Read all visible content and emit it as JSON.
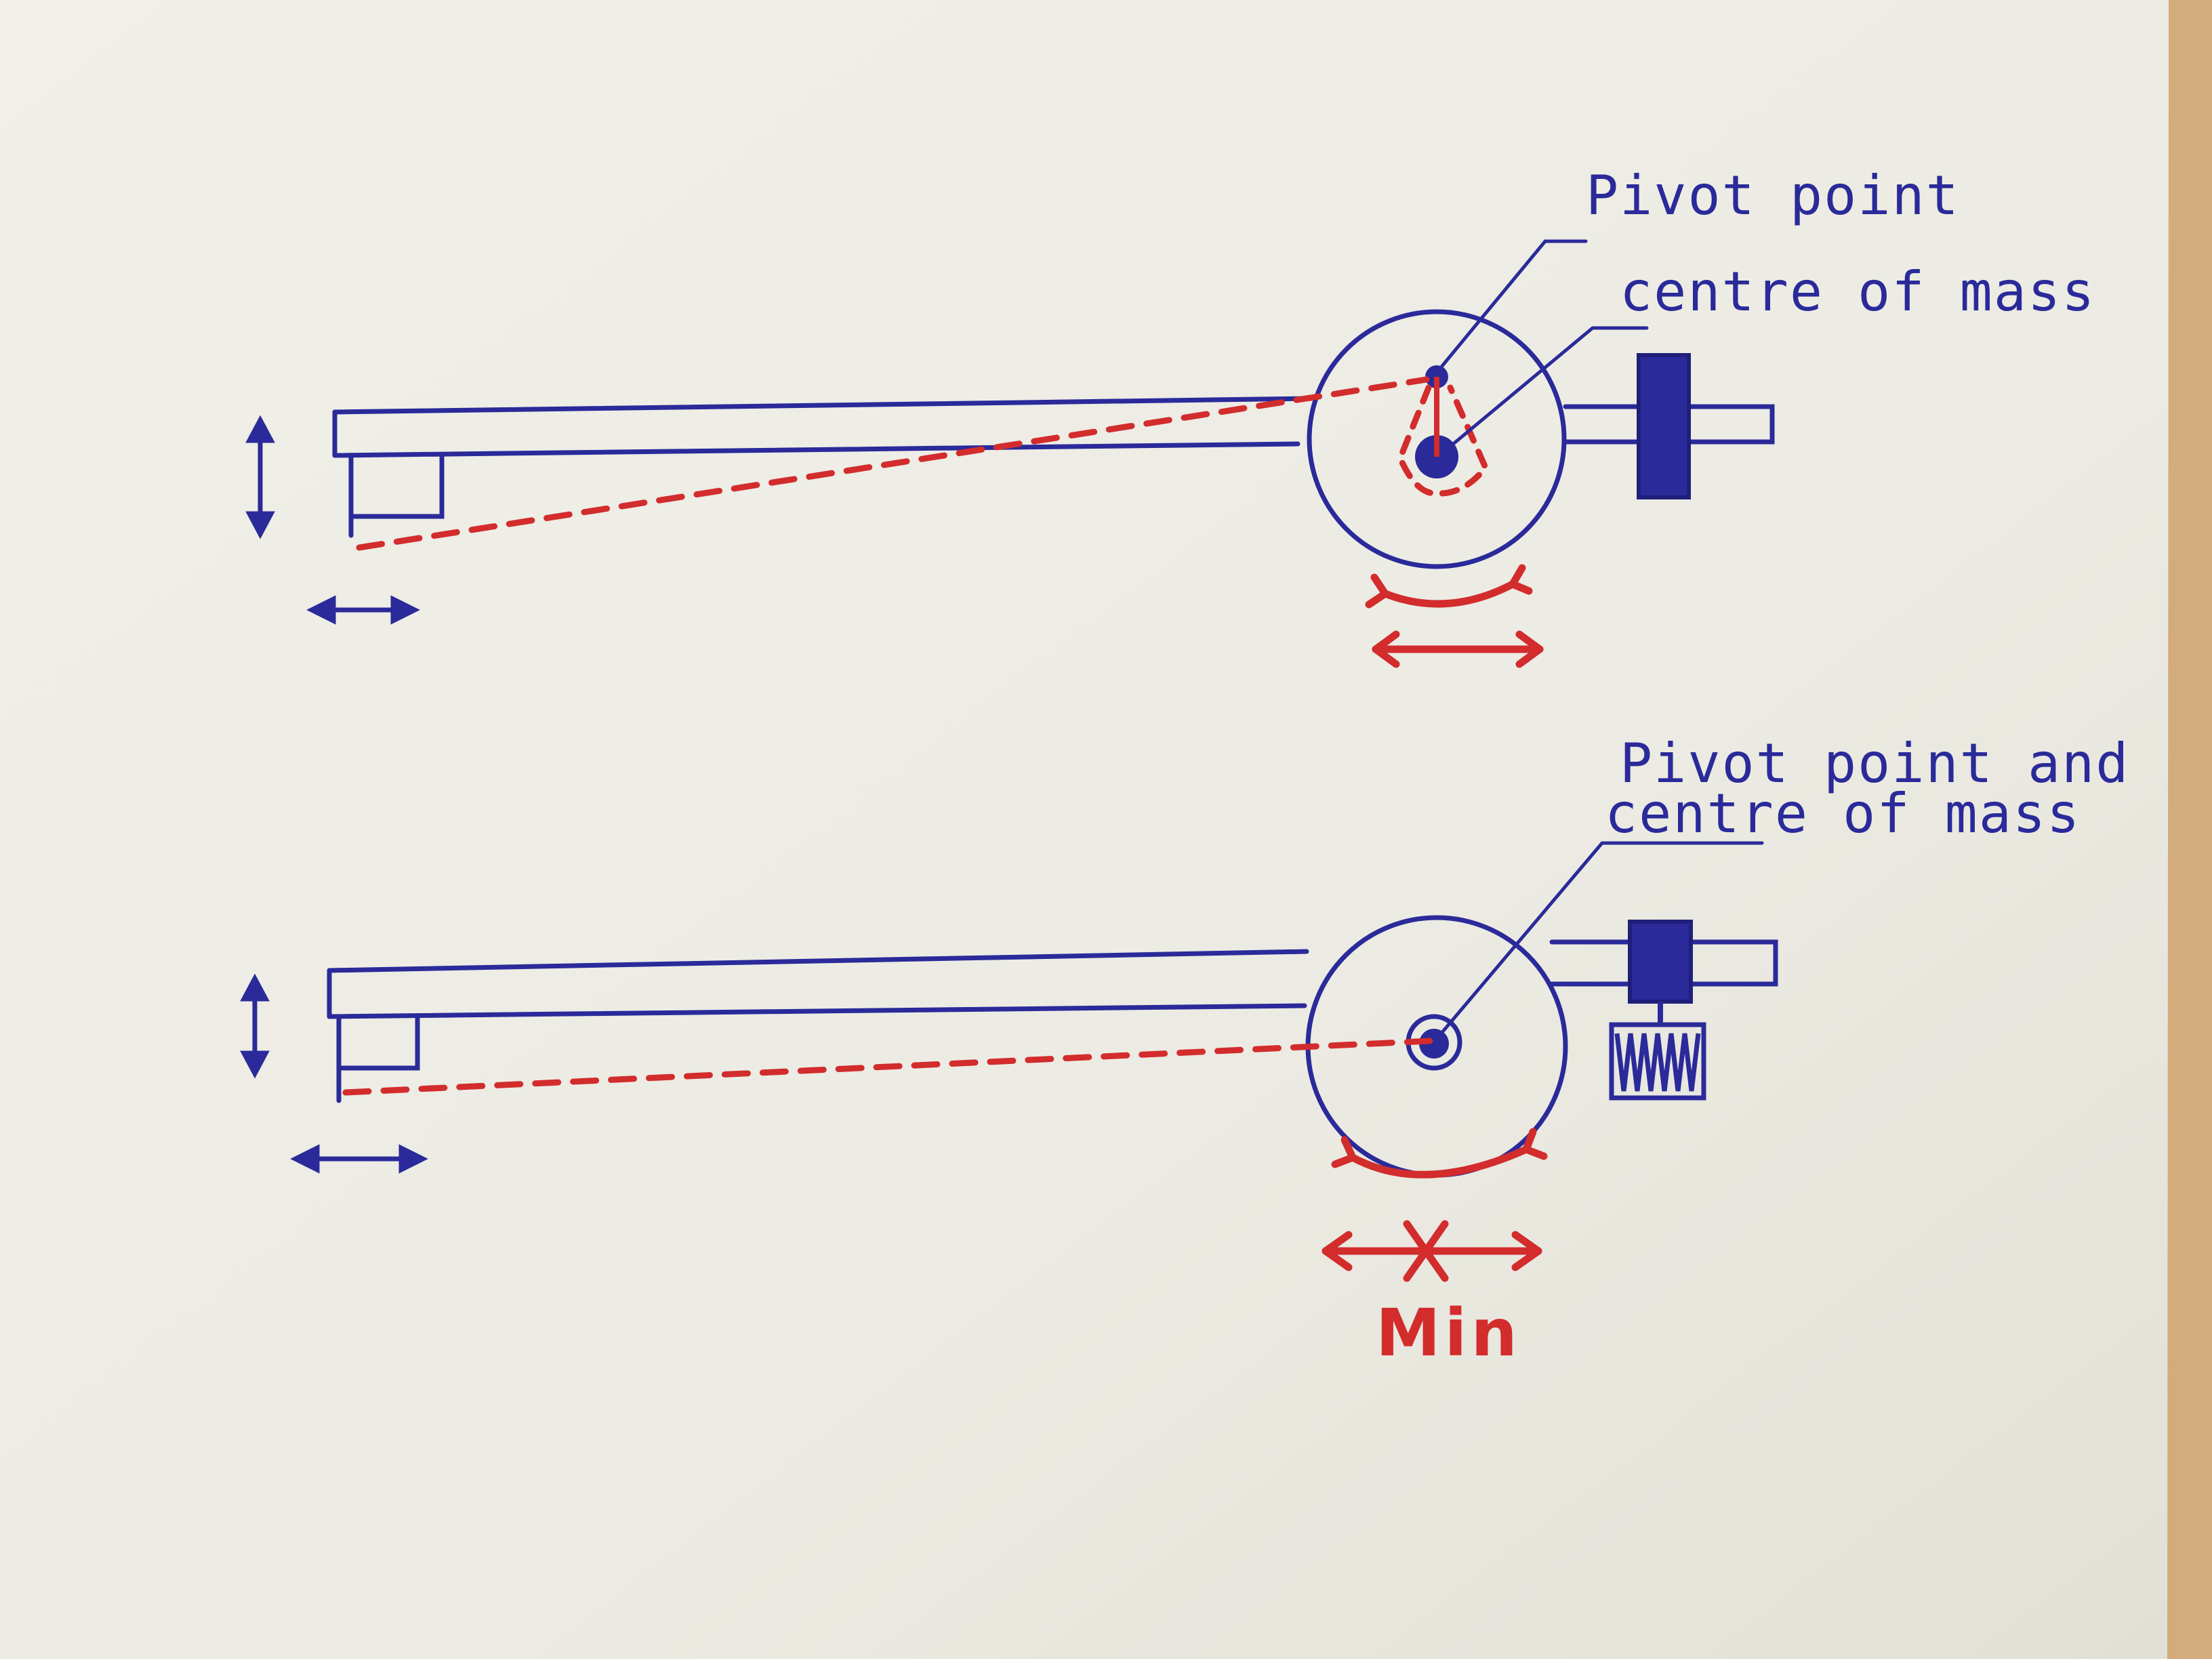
{
  "colors": {
    "ink_blue": "#2a2a9a",
    "ink_red": "#d22c2c",
    "paper": "#ecebe4",
    "table": "#c7a070"
  },
  "diagrams": [
    {
      "id": "top",
      "labels": {
        "pivot": "Pivot point",
        "com": "centre of mass"
      }
    },
    {
      "id": "bottom",
      "labels": {
        "combined_line1": "Pivot point and",
        "combined_line2": "centre of mass",
        "min": "Min"
      }
    }
  ]
}
